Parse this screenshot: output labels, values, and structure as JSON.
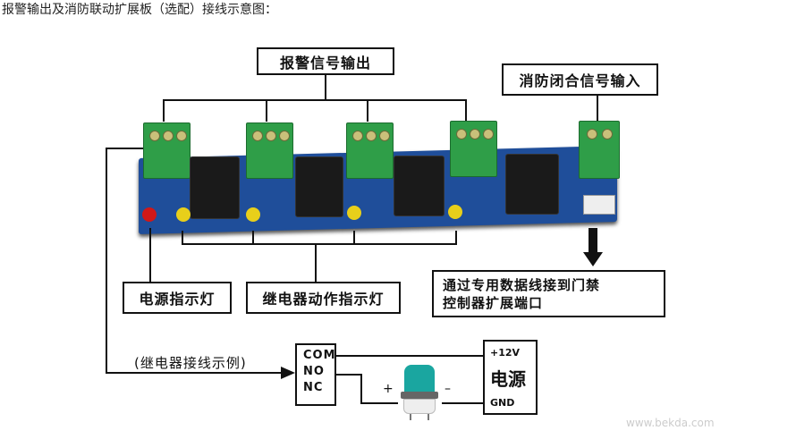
{
  "title": "报警输出及消防联动扩展板（选配）接线示意图：",
  "labels": {
    "alarm_output": "报警信号输出",
    "fire_input": "消防闭合信号输入",
    "power_indicator": "电源指示灯",
    "relay_indicator": "继电器动作指示灯",
    "data_port_line1": "通过专用数据线接到门禁",
    "data_port_line2": "控制器扩展端口",
    "relay_example": "(继电器接线示例)"
  },
  "relay_terminal": {
    "com": "COM",
    "no": "NO",
    "nc": "NC"
  },
  "power_supply": {
    "plus": "+12V",
    "label": "电源",
    "gnd": "GND"
  },
  "lamp": {
    "plus": "+",
    "minus": "–"
  },
  "watermark": "www.bekda.com",
  "colors": {
    "board": "#1f4e9a",
    "terminal": "#2f9e48",
    "lamp": "#1aa6a0"
  }
}
